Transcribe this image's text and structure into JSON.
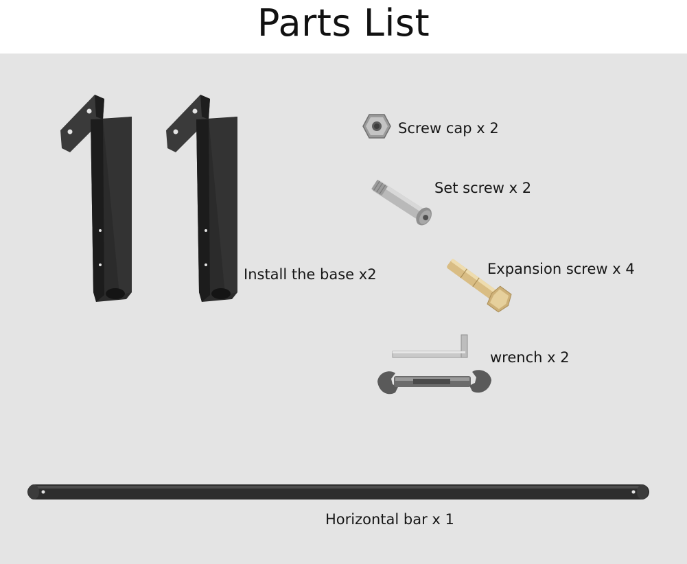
{
  "title": "Parts List",
  "colors": {
    "background": "#e4e4e4",
    "bracket": "#2a2a2a",
    "bar": "#2f2f2f",
    "brass": "#d4b87a",
    "steel": "#b8b8b8"
  },
  "parts": {
    "base": {
      "label": "Install the base x2",
      "icon": "wall-bracket"
    },
    "screw_cap": {
      "label": "Screw cap x 2",
      "icon": "hex-nut"
    },
    "set_screw": {
      "label": "Set screw x 2",
      "icon": "bolt"
    },
    "expansion_screw": {
      "label": "Expansion screw x 4",
      "icon": "expansion-bolt"
    },
    "wrench": {
      "label": "wrench x 2",
      "icon": "wrench"
    },
    "horizontal_bar": {
      "label": "Horizontal bar x 1",
      "icon": "bar"
    }
  }
}
